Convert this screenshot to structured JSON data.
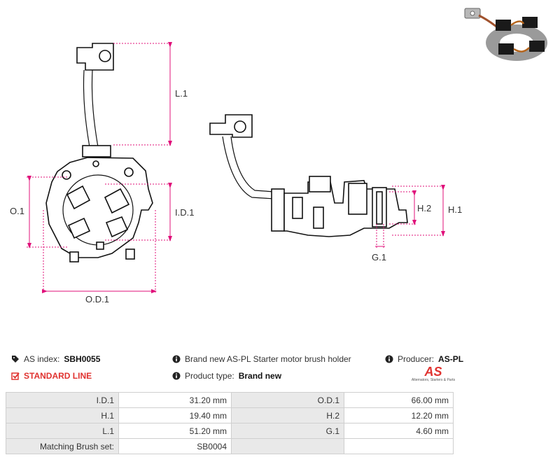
{
  "drawing_labels": {
    "l1": "L.1",
    "o1": "O.1",
    "id1": "I.D.1",
    "od1": "O.D.1",
    "h1": "H.1",
    "h2": "H.2",
    "g1": "G.1"
  },
  "info": {
    "as_index_label": "AS index:",
    "as_index_value": "SBH0055",
    "line_label": "STANDARD LINE",
    "description": "Brand new AS-PL Starter motor brush holder",
    "product_type_label": "Product type:",
    "product_type_value": "Brand new",
    "producer_label": "Producer:",
    "producer_value": "AS-PL"
  },
  "logo": {
    "mark": "AS",
    "tagline": "Alternators, Starters & Parts"
  },
  "specs": [
    {
      "label": "I.D.1",
      "value": "31.20 mm",
      "label2": "O.D.1",
      "value2": "66.00 mm"
    },
    {
      "label": "H.1",
      "value": "19.40 mm",
      "label2": "H.2",
      "value2": "12.20 mm"
    },
    {
      "label": "L.1",
      "value": "51.20 mm",
      "label2": "G.1",
      "value2": "4.60 mm"
    },
    {
      "label": "Matching Brush set:",
      "value": "SB0004",
      "label2": "",
      "value2": ""
    }
  ],
  "colors": {
    "accent": "#e0322f",
    "dimension": "#e0107a",
    "table_label_bg": "#e9e9e9",
    "table_border": "#cfcfcf"
  },
  "icons": {
    "as_index": "tag-icon",
    "line": "checkbox-icon",
    "info": "info-icon"
  }
}
